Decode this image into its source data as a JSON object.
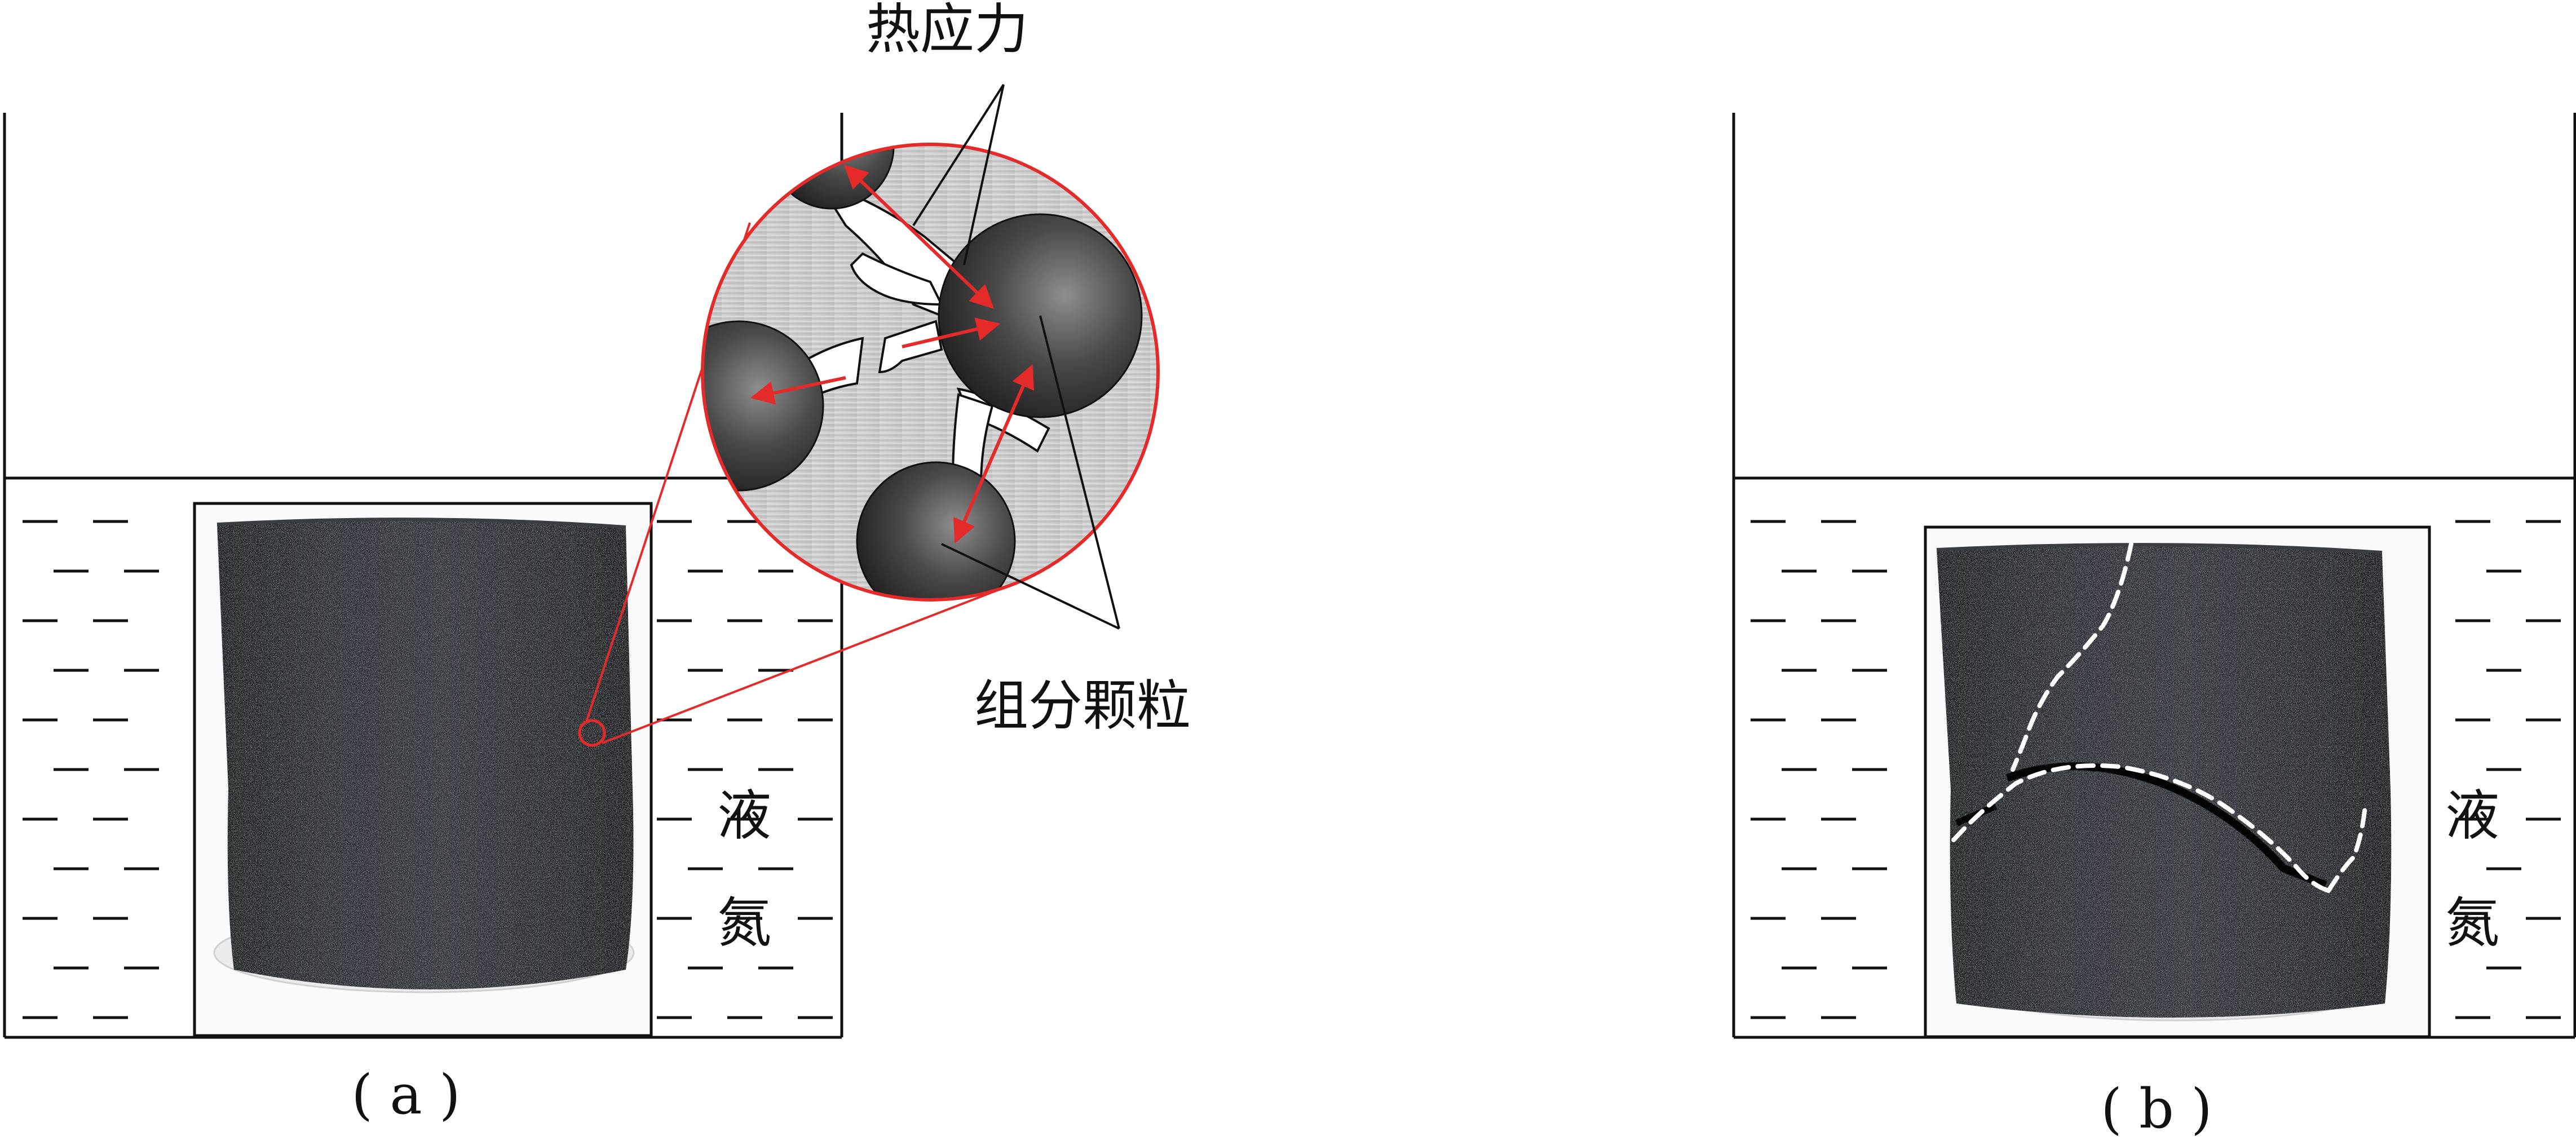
{
  "panels": {
    "a": {
      "caption": "( a )",
      "liquid_label_1": "液",
      "liquid_label_2": "氮",
      "thermal_stress_label": "热应力",
      "particles_label": "组分颗粒"
    },
    "b": {
      "caption": "( b )",
      "liquid_label_1": "液",
      "liquid_label_2": "氮"
    }
  },
  "colors": {
    "stress_arrow": "#e52a2a",
    "zoom_outline": "#e52a2a",
    "coal_dark": "#1c1e22",
    "liquid_line": "#111111",
    "fracture_line": "#ffffff"
  },
  "icons": [
    "coal-sample",
    "magnifier-circle",
    "stress-arrow",
    "fracture-line"
  ]
}
